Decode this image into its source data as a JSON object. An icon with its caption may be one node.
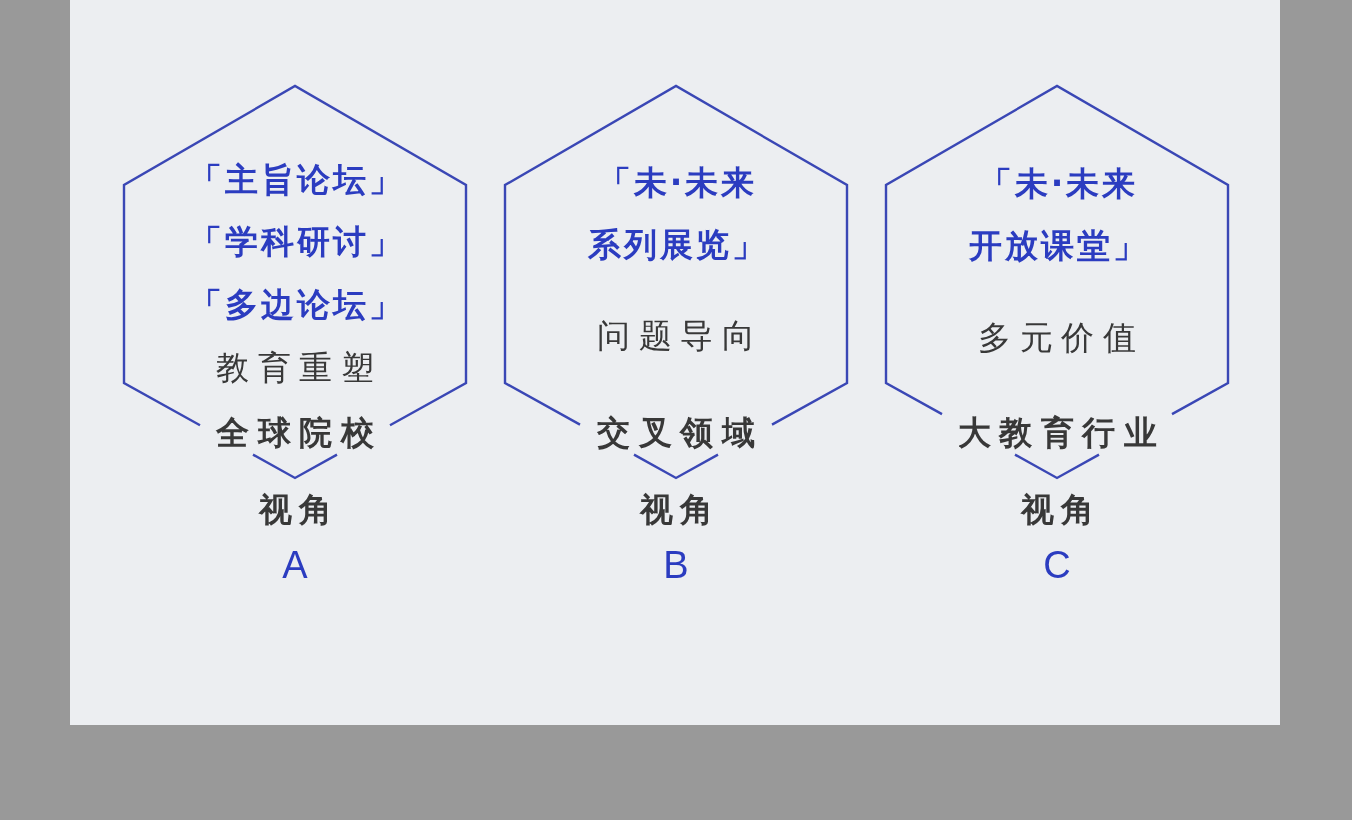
{
  "diagram": {
    "nodes": [
      {
        "text": [
          "「主旨论坛」",
          "「学科研讨」",
          "「多边论坛」",
          "教育重塑",
          "全球院校"
        ],
        "beside": [
          "视角",
          "A"
        ]
      },
      {
        "text": [
          "「未·未来系列展览」",
          "问题导向",
          "交叉领域"
        ],
        "beside": [
          "视角",
          "B"
        ]
      },
      {
        "text": [
          "「未·未来开放课堂」",
          "多元价值",
          "大教育行业"
        ],
        "beside": [
          "视角",
          "C"
        ]
      }
    ]
  }
}
